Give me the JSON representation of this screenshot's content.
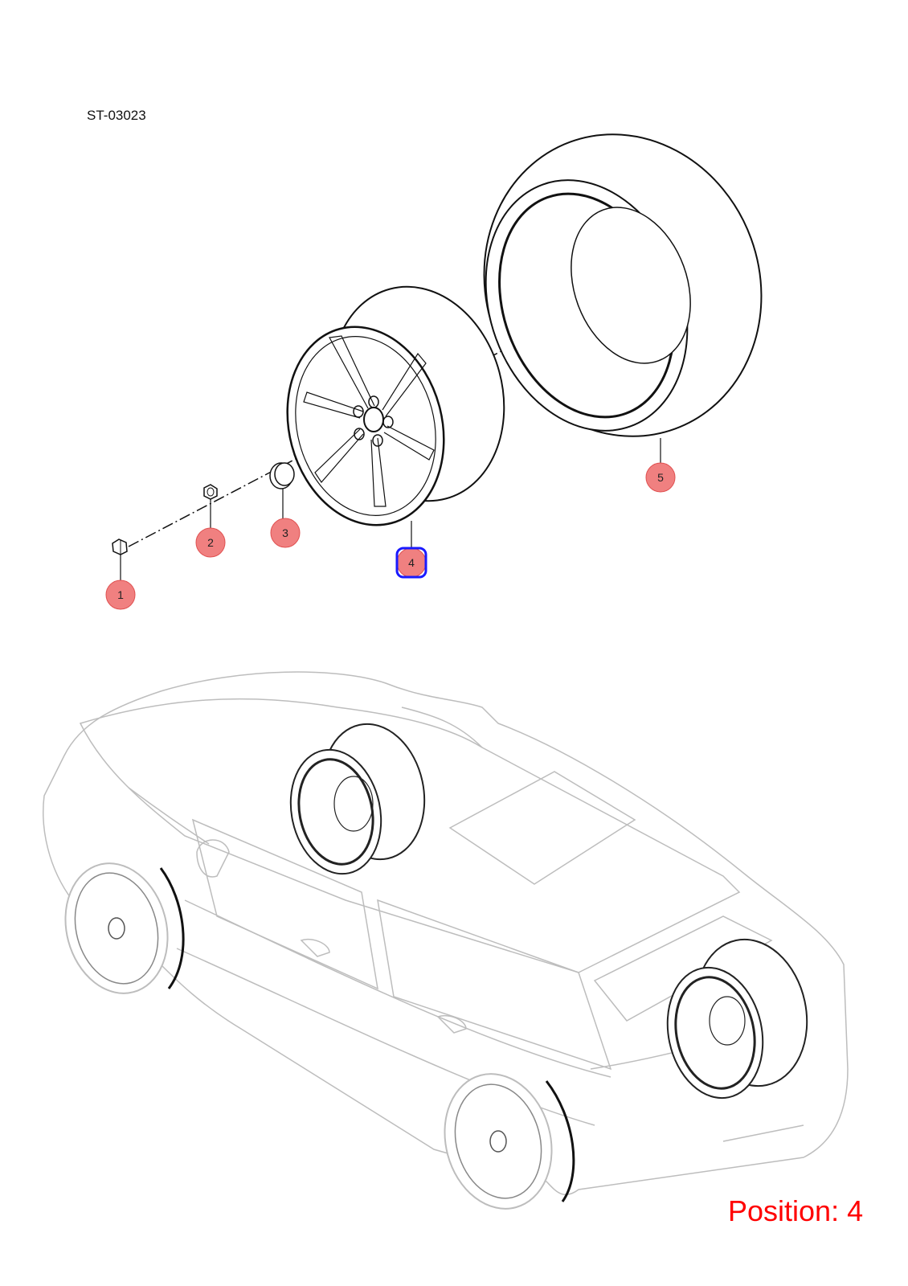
{
  "drawing_code": "ST-03023",
  "position_label": "Position: 4",
  "selected_callout": "4",
  "colors": {
    "callout_fill": "#f08080",
    "callout_stroke": "#e05050",
    "selection": "#1a1aff",
    "position_text": "#ff0000",
    "line_art": "#111111",
    "car_line": "#bdbdbd"
  },
  "callouts": [
    {
      "id": "1",
      "label": "1",
      "part": "wheel-bolt"
    },
    {
      "id": "2",
      "label": "2",
      "part": "lug-nut"
    },
    {
      "id": "3",
      "label": "3",
      "part": "center-cap"
    },
    {
      "id": "4",
      "label": "4",
      "part": "alloy-wheel-rim"
    },
    {
      "id": "5",
      "label": "5",
      "part": "tyre"
    }
  ]
}
